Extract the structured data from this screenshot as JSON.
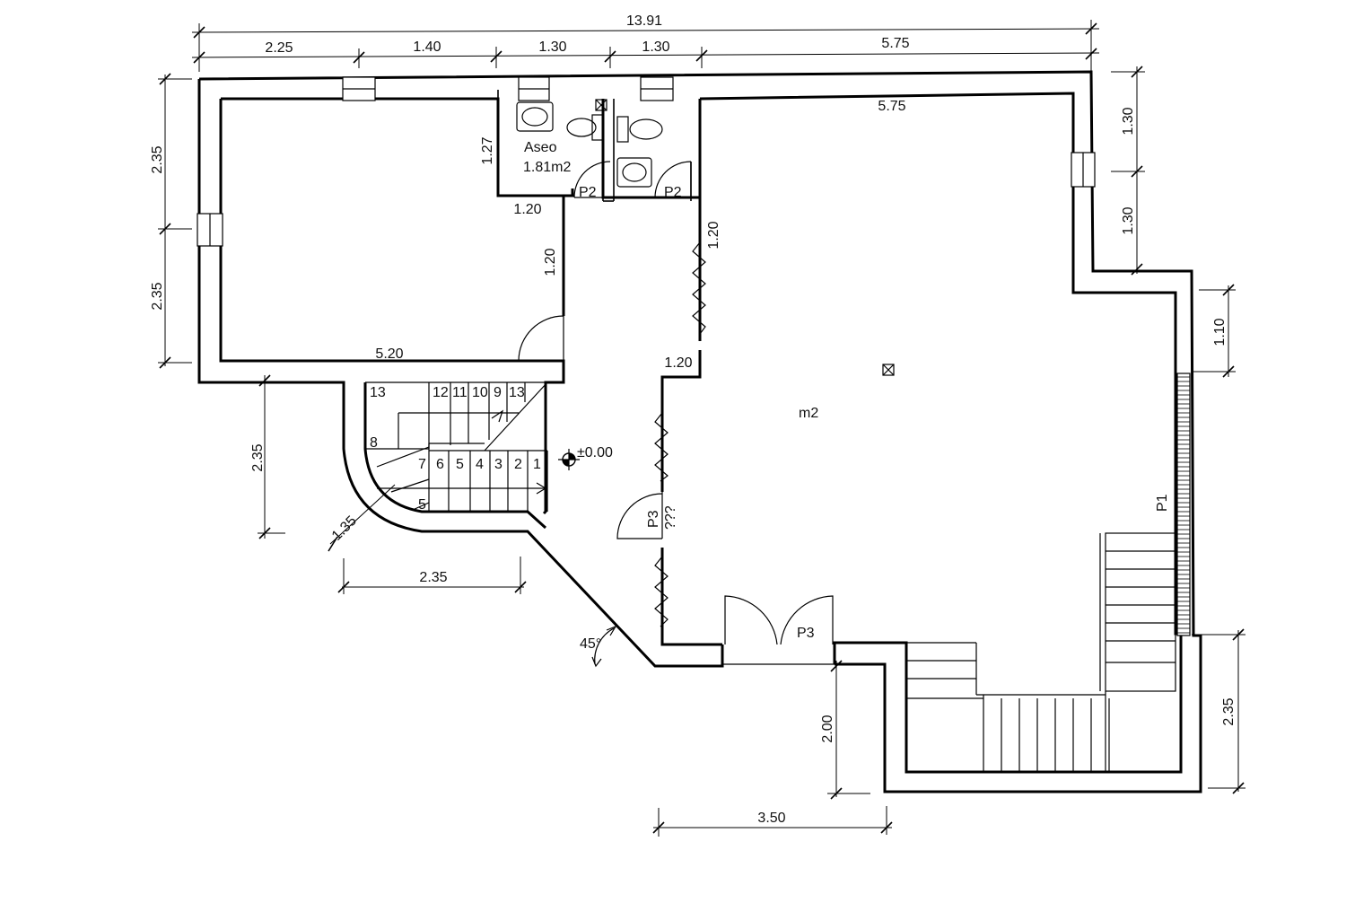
{
  "dimensions": {
    "overall_width": "13.91",
    "top_segments": [
      "2.25",
      "1.40",
      "1.30",
      "1.30",
      "5.75"
    ],
    "left_upper": "2.35",
    "left_lower": "2.35",
    "left_stair": "2.35",
    "right_upper_a": "1.30",
    "right_upper_b": "1.30",
    "right_mid": "1.10",
    "right_lower": "2.35",
    "stair_bottom": "2.35",
    "stair_curve": "1.35",
    "entry_depth": "2.00",
    "entry_width": "3.50",
    "room1_bottom": "5.20",
    "hall_top": "1.20",
    "hall_side": "1.20",
    "hall_right": "1.20",
    "hall_bottom": "1.20",
    "aseo_side": "1.27",
    "main_top": "5.75"
  },
  "rooms": {
    "bath_name": "Aseo",
    "bath_area": "1.81m2",
    "main_area": "m2"
  },
  "doors": {
    "bath1": "P2",
    "bath2": "P2",
    "hall": "P3",
    "hall_note": "???",
    "entry": "P3",
    "side": "P1"
  },
  "stairs": {
    "top_row": [
      "13",
      "12",
      "11",
      "10",
      "9",
      "13"
    ],
    "landing_top": "8",
    "bottom_row": [
      "7",
      "6",
      "5",
      "4",
      "3",
      "2",
      "1"
    ],
    "landing_bottom": "5"
  },
  "level": {
    "value": "±0.00"
  },
  "angle": {
    "value": "45°"
  }
}
